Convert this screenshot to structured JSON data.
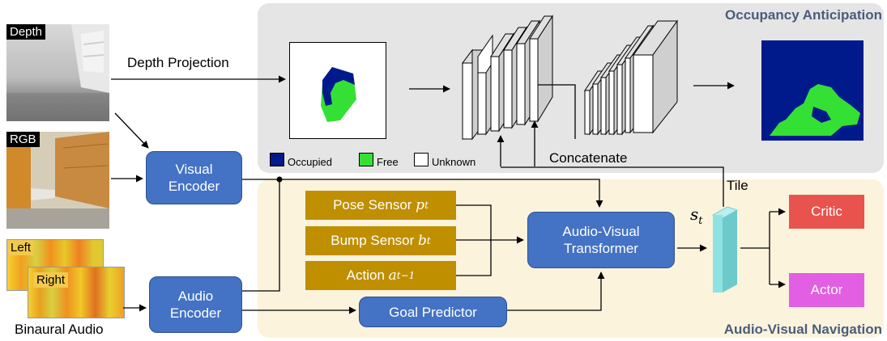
{
  "inputs": {
    "depth_tag": "Depth",
    "rgb_tag": "RGB",
    "left_tag": "Left",
    "right_tag": "Right",
    "binaural_label": "Binaural Audio"
  },
  "labels": {
    "depth_projection": "Depth Projection",
    "concatenate": "Concatenate",
    "tile": "Tile"
  },
  "panels": {
    "top_title": "Occupancy Anticipation",
    "bottom_title": "Audio-Visual Navigation"
  },
  "legend": {
    "occupied": "Occupied",
    "free": "Free",
    "unknown": "Unknown"
  },
  "modules": {
    "visual_encoder": "Visual Encoder",
    "audio_encoder": "Audio Encoder",
    "transformer": "Audio-Visual Transformer",
    "goal_predictor": "Goal Predictor",
    "critic": "Critic",
    "actor": "Actor"
  },
  "sensors": {
    "pose": "Pose Sensor",
    "pose_sym": "p",
    "pose_sub": "t",
    "bump": "Bump Sensor",
    "bump_sym": "b",
    "bump_sub": "t",
    "action": "Action",
    "action_sym": "a",
    "action_sub": "t−1"
  },
  "state": {
    "sym": "s",
    "sub": "t"
  },
  "colors": {
    "occupied": "#001a8c",
    "free": "#35e035",
    "module_blue": "#4472c4",
    "sensor_gold": "#bf8f00",
    "critic_red": "#e9534d",
    "actor_pink": "#e25ee2",
    "state_cyan": "#86e0e0"
  }
}
